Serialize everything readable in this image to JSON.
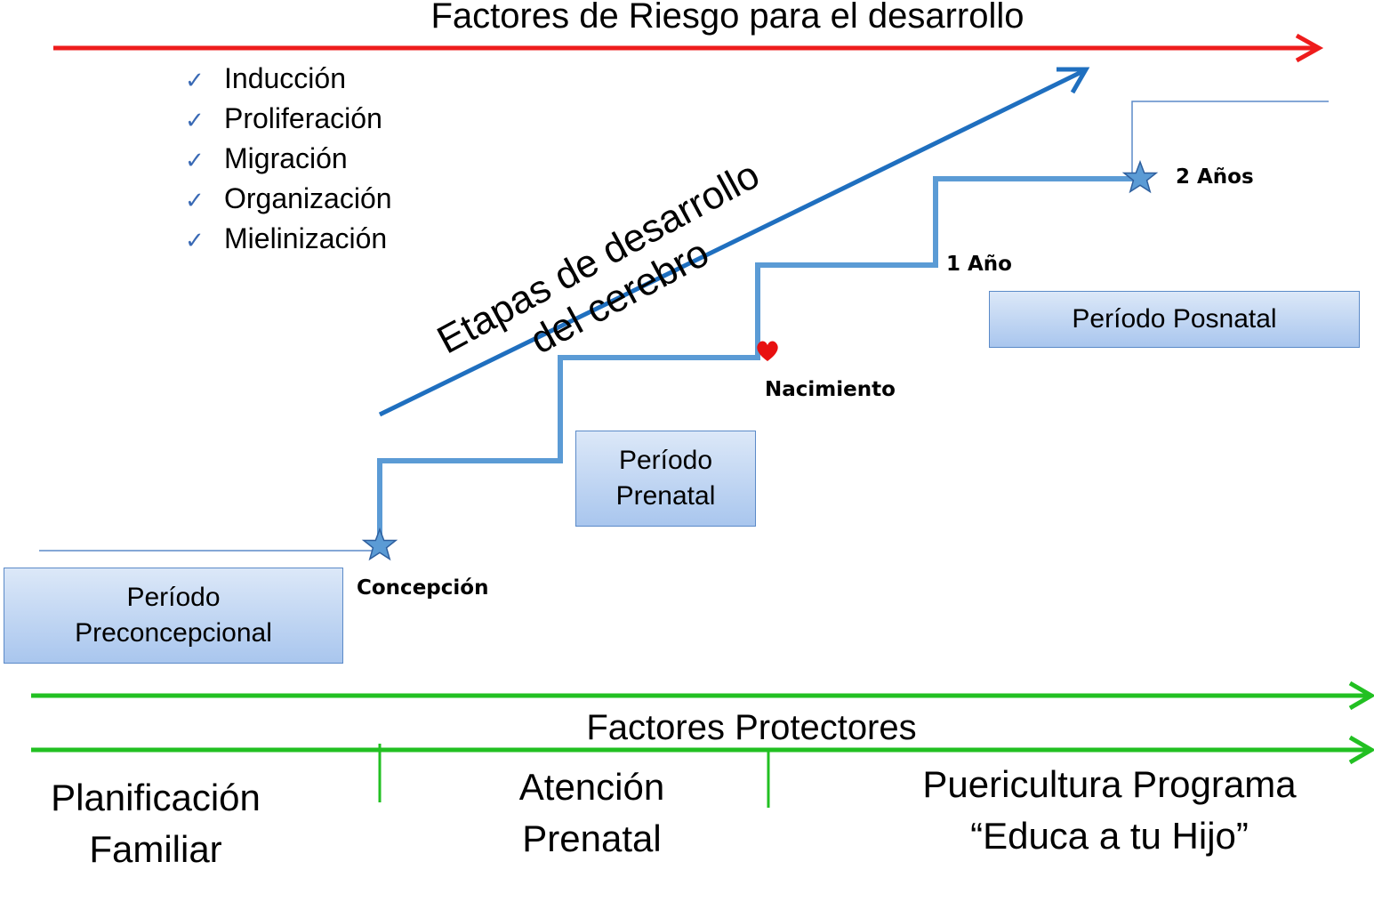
{
  "risk_title": "Factores de Riesgo para el desarrollo",
  "stages": [
    "Inducción",
    "Proliferación",
    "Migración",
    "Organización",
    "Mielinización"
  ],
  "brain_stages_label_line1": "Etapas de desarrollo",
  "brain_stages_label_line2": "del cerebro",
  "boxes": {
    "preconception": "Período Preconcepcional",
    "prenatal": "Período Prenatal",
    "postnatal": "Período Posnatal"
  },
  "milestones": {
    "conception": "Concepción",
    "birth": "Nacimiento",
    "one_year": "1 Año",
    "two_years": "2 Años"
  },
  "protective_title": "Factores Protectores",
  "protective_periods": {
    "family_planning": "Planificación Familiar",
    "prenatal_care": "Atención Prenatal",
    "childcare": "Puericultura Programa “Educa a tu Hijo”"
  },
  "colors": {
    "risk_arrow": "#ee1c1c",
    "brain_arrow": "#1f6fbf",
    "staircase": "#5b9bd5",
    "protective_arrow": "#22c022",
    "heart": "#e81010"
  },
  "icons": {
    "check": "checkmark-icon",
    "star": "star-icon",
    "heart": "heart-icon"
  }
}
